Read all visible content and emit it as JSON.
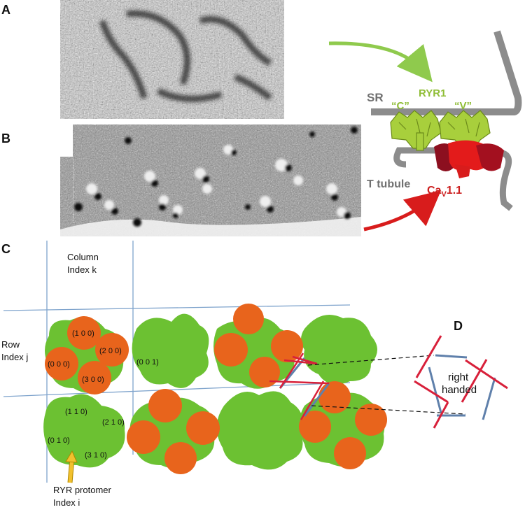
{
  "panels": {
    "a": "A",
    "b": "B",
    "c": "C",
    "d": "D"
  },
  "schematic": {
    "sr": "SR",
    "ryr1": "RYR1",
    "c_label": "“C”",
    "v_label": "“V”",
    "t_tubule": "T tubule",
    "cav_prefix": "Ca",
    "cav_sub": "V",
    "cav_suffix": "1.1"
  },
  "lattice": {
    "column_line1": "Column",
    "column_line2": "Index k",
    "row_line1": "Row",
    "row_line2": "Index j",
    "indices_tl": [
      "(1 0 0)",
      "(2 0 0)",
      "(0 0 0)",
      "(3 0 0)"
    ],
    "index_tr": "(0 0 1)",
    "indices_bl": [
      "(1 1 0)",
      "(2 1 0)",
      "(0 1 0)",
      "(3 1 0)"
    ],
    "protomer_line1": "RYR protomer",
    "protomer_line2": "Index i"
  },
  "panel_d": {
    "line1": "right",
    "line2": "handed"
  },
  "colors": {
    "ryr_green": "#6cc132",
    "ryr_light_green": "#a8cf3c",
    "cav_orange": "#e8641c",
    "cav_red": "#d81c1c",
    "grid_blue": "#7ea3cc",
    "membrane_gray": "#8c8c8c",
    "text_gray": "#707070",
    "label_green": "#8fbd36",
    "label_red": "#cc1f1f",
    "arrow_green": "#8fca4d",
    "arrow_red": "#d81c1c",
    "arrow_yellow": "#f2c12e",
    "handed_red": "#d8203a",
    "handed_blue": "#5f80ab"
  }
}
